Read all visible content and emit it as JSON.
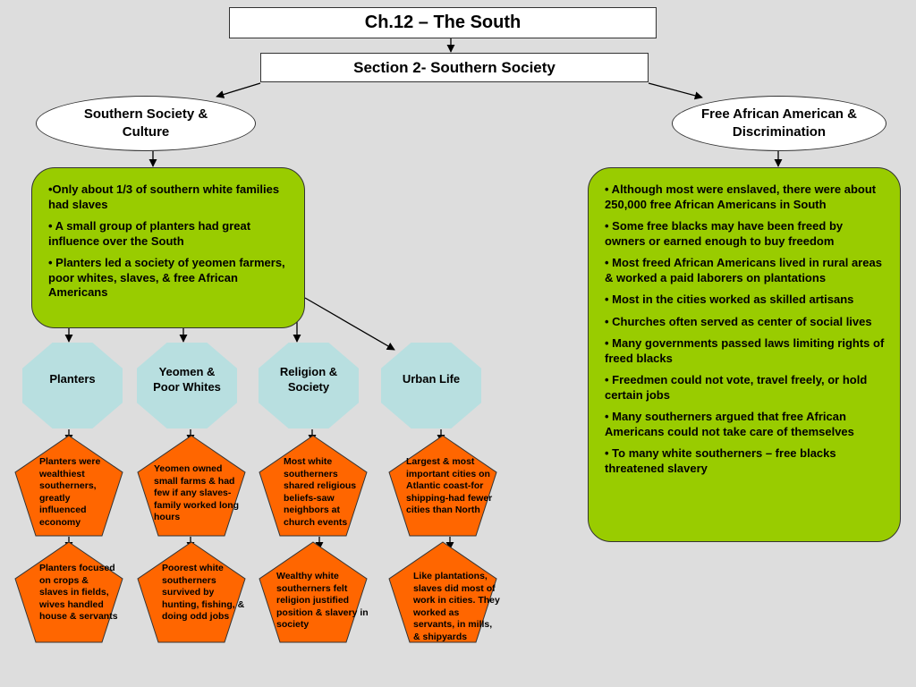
{
  "title": "Ch.12 – The South",
  "section": "Section 2- Southern Society",
  "left_branch": {
    "heading": "Southern Society & Culture",
    "bullets": [
      "•Only about 1/3 of southern white families had slaves",
      "• A small group of planters had great influence over the South",
      "• Planters led a society of yeomen farmers, poor whites, slaves, & free African Americans"
    ]
  },
  "right_branch": {
    "heading": "Free African American & Discrimination",
    "bullets": [
      "• Although most were enslaved, there were about 250,000 free African Americans in South",
      "• Some free blacks may have been freed by owners or earned enough to buy freedom",
      "• Most freed African Americans lived in rural areas & worked a paid laborers on plantations",
      "• Most in the cities worked as skilled artisans",
      "• Churches often served as center of social lives",
      "• Many governments passed laws limiting rights of freed blacks",
      "• Freedmen could not vote, travel freely, or hold certain jobs",
      "• Many southerners argued that free African Americans could not take care of themselves",
      "• To many white southerners – free blacks threatened slavery"
    ]
  },
  "columns": [
    {
      "label": "Planters",
      "fact1": "Planters were wealthiest southerners, greatly influenced economy",
      "fact2": "Planters focused on crops & slaves in fields, wives handled house & servants"
    },
    {
      "label": "Yeomen & Poor Whites",
      "fact1": "Yeomen owned small farms & had few if any slaves-family worked long hours",
      "fact2": "Poorest white southerners survived by hunting, fishing, & doing odd jobs"
    },
    {
      "label": "Religion & Society",
      "fact1": "Most white southerners shared religious beliefs-saw neighbors at church events",
      "fact2": "Wealthy white southerners felt religion justified position & slavery in society"
    },
    {
      "label": "Urban Life",
      "fact1": "Largest & most important cities on Atlantic coast-for shipping-had fewer cities than North",
      "fact2": "Like plantations, slaves did most of work in cities. They worked as servants, in mills, & shipyards"
    }
  ],
  "colors": {
    "background": "#dddddd",
    "green_box": "#99cc00",
    "octagon": "#b8dfe0",
    "pentagon": "#ff6600"
  }
}
